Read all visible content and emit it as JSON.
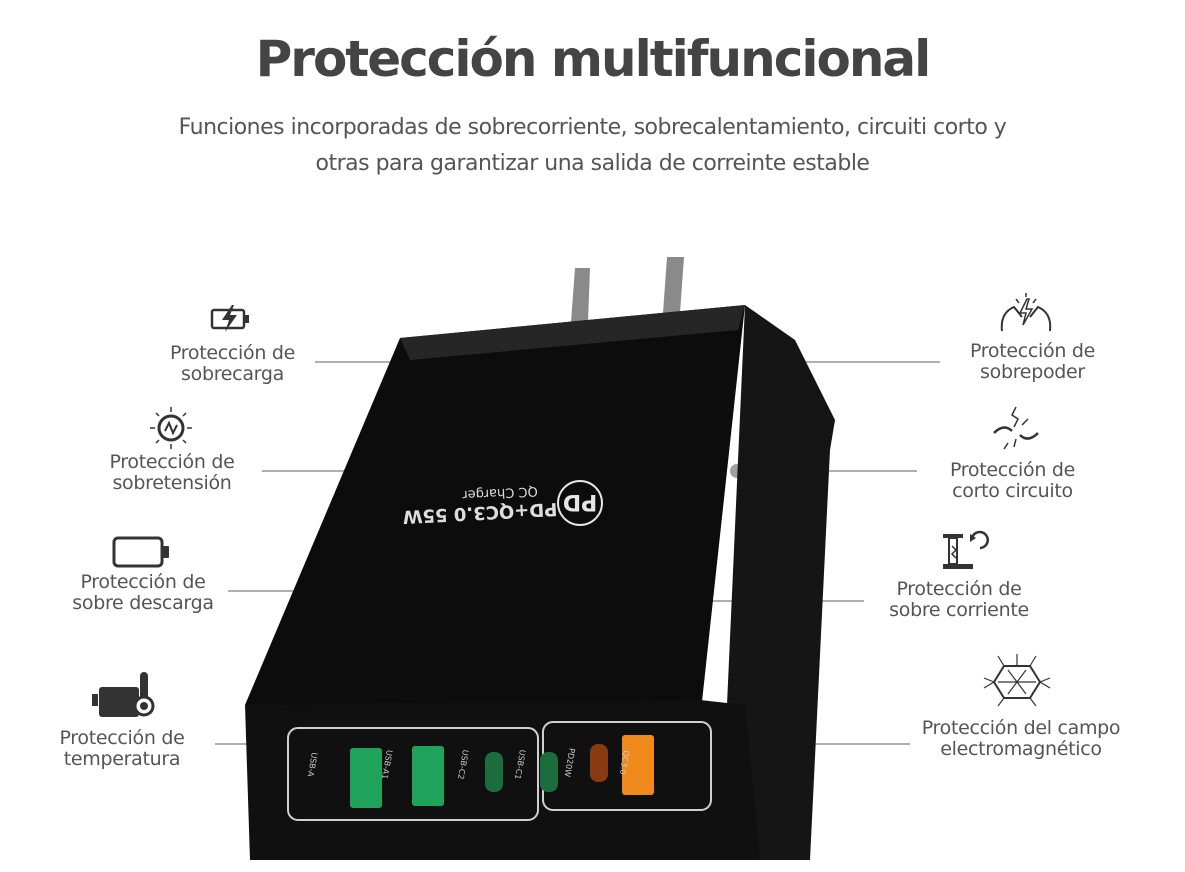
{
  "header": {
    "title": "Protección multifuncional",
    "subtitle_line1": "Funciones incorporadas de sobrecorriente, sobrecalentamiento, circuiti corto y",
    "subtitle_line2": "otras para garantizar una salida de correinte estable"
  },
  "features_left": [
    {
      "l1": "Protección de",
      "l2": "sobrecarga",
      "icon": "battery-bolt-icon"
    },
    {
      "l1": "Protección de",
      "l2": "sobretensión",
      "icon": "surge-icon"
    },
    {
      "l1": "Protección de",
      "l2": "sobre descarga",
      "icon": "battery-empty-icon"
    },
    {
      "l1": "Protección de",
      "l2": "temperatura",
      "icon": "thermometer-icon"
    }
  ],
  "features_right": [
    {
      "l1": "Protección de",
      "l2": "sobrepoder",
      "icon": "power-hands-icon"
    },
    {
      "l1": "Protección de",
      "l2": "corto circuito",
      "icon": "short-circuit-icon"
    },
    {
      "l1": "Protección de",
      "l2": "sobre corriente",
      "icon": "current-icon"
    },
    {
      "l1": "Protección del campo",
      "l2": "electromagnético",
      "icon": "electromagnetic-icon"
    }
  ],
  "product": {
    "badge": "PD",
    "line1": "QC Charger",
    "line2": "PD+QC3.0 55W",
    "ports": [
      "USB-A",
      "USB-A1",
      "USB-C2",
      "USB-C1",
      "PD20W",
      "QC3.0"
    ]
  },
  "colors": {
    "accent_green": "#1fa35a",
    "accent_orange": "#f08a1c",
    "line_gray": "#b0b0b0"
  }
}
